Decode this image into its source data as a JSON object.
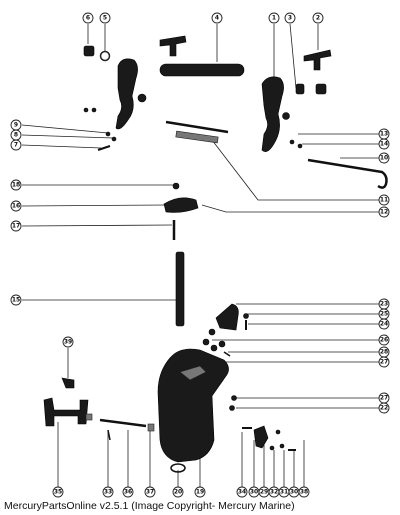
{
  "caption": "MercuryPartsOnline v2.5.1 (Image Copyright- Mercury Marine)",
  "callouts": {
    "c6": "6",
    "c5": "5",
    "c4": "4",
    "c1": "1",
    "c3": "3",
    "c2": "2",
    "c9": "9",
    "c8": "8",
    "c7": "7",
    "c13": "13",
    "c14": "14",
    "c10": "10",
    "c18": "18",
    "c16": "16",
    "c17": "17",
    "c11": "11",
    "c12": "12",
    "c15": "15",
    "c23": "23",
    "c25": "25",
    "c24": "24",
    "c26": "26",
    "c28": "28",
    "c27a": "27",
    "c39": "39",
    "c27b": "27",
    "c22": "22",
    "c35": "35",
    "c33": "33",
    "c36": "36",
    "c37": "37",
    "c20": "20",
    "c19": "19",
    "c34": "34",
    "c30": "30",
    "c29": "29",
    "c32": "32",
    "c31": "31",
    "c38": "38"
  }
}
